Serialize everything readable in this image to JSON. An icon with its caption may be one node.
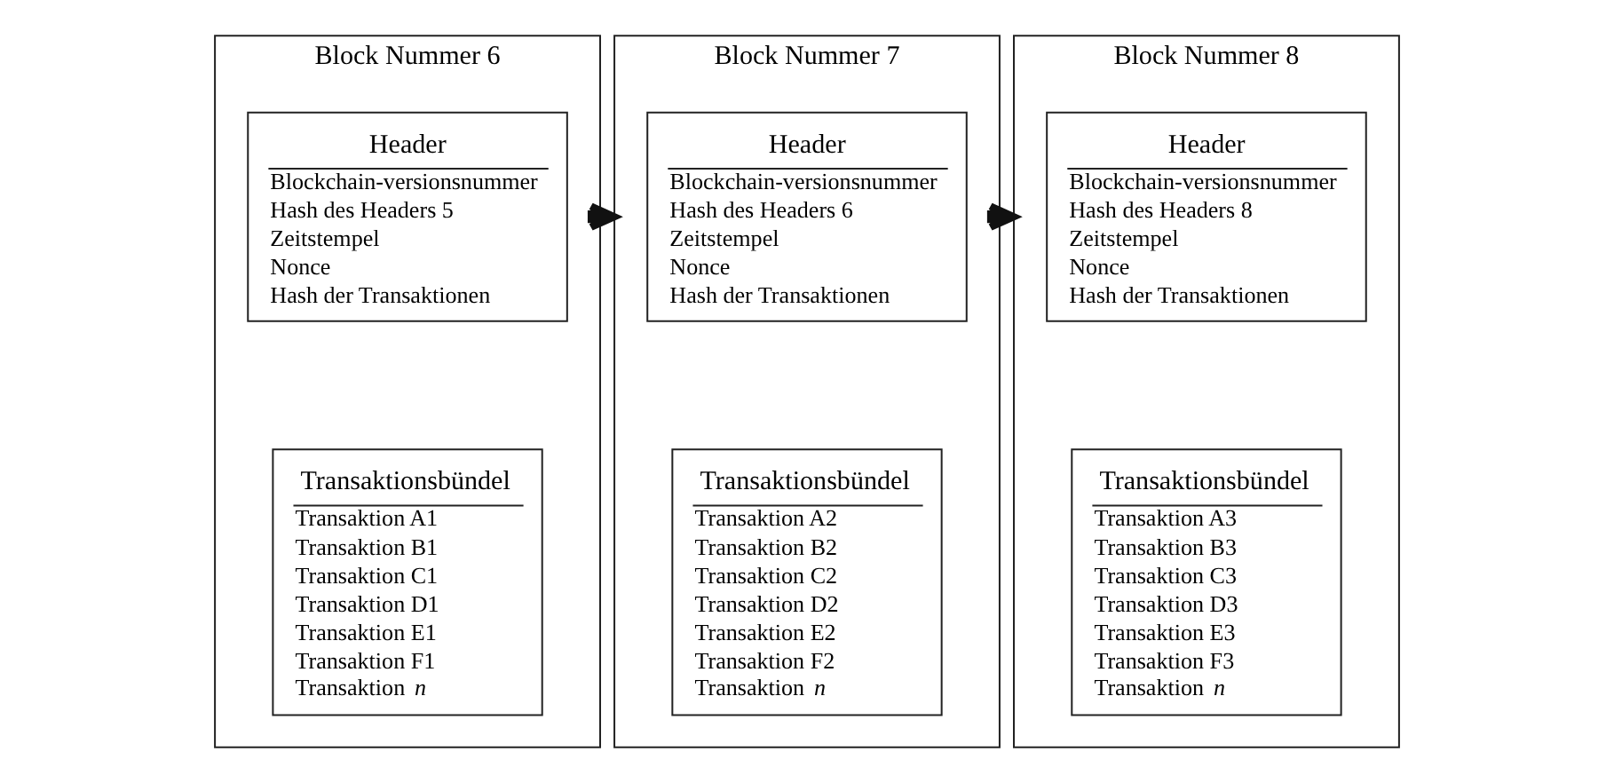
{
  "diagram": {
    "nodes": [
      {
        "text": [
          "Block Nummer 6"
        ]
      },
      {
        "text": [
          "Header",
          "Blockchain-versionsnummer",
          "Hash des Headers 5",
          "Zeitstempel",
          "Nonce",
          "Hash der Transaktionen"
        ],
        "in": 0
      },
      {
        "text": [
          "Transaktionsbündel",
          "Transaktion A1",
          "Transaktion B1",
          "Transaktion C1",
          "Transaktion D1",
          "Transaktion E1",
          "Transaktion F1",
          "Transaktion *n*"
        ],
        "in": 0
      },
      {
        "text": [
          "Block Nummer 7"
        ]
      },
      {
        "text": [
          "Header",
          "Blockchain-versionsnummer",
          "Hash des Headers 6",
          "Zeitstempel",
          "Nonce",
          "Hash der Transaktionen"
        ],
        "in": 3
      },
      {
        "text": [
          "Transaktionsbündel",
          "Transaktion A2",
          "Transaktion B2",
          "Transaktion C2",
          "Transaktion D2",
          "Transaktion E2",
          "Transaktion F2",
          "Transaktion *n*"
        ],
        "in": 3
      },
      {
        "text": [
          "Block Nummer 8"
        ]
      },
      {
        "text": [
          "Header",
          "Blockchain-versionsnummer",
          "Hash des Headers 8",
          "Zeitstempel",
          "Nonce",
          "Hash der Transaktionen"
        ],
        "in": 6
      },
      {
        "text": [
          "Transaktionsbündel",
          "Transaktion A3",
          "Transaktion B3",
          "Transaktion C3",
          "Transaktion D3",
          "Transaktion E3",
          "Transaktion F3",
          "Transaktion *n*"
        ],
        "in": 6
      }
    ],
    "edges": [
      {
        "from": 0,
        "to": 3,
        "arrow": "to",
        "style": "thick"
      },
      {
        "from": 3,
        "to": 6,
        "arrow": "to",
        "style": "thick"
      }
    ]
  }
}
